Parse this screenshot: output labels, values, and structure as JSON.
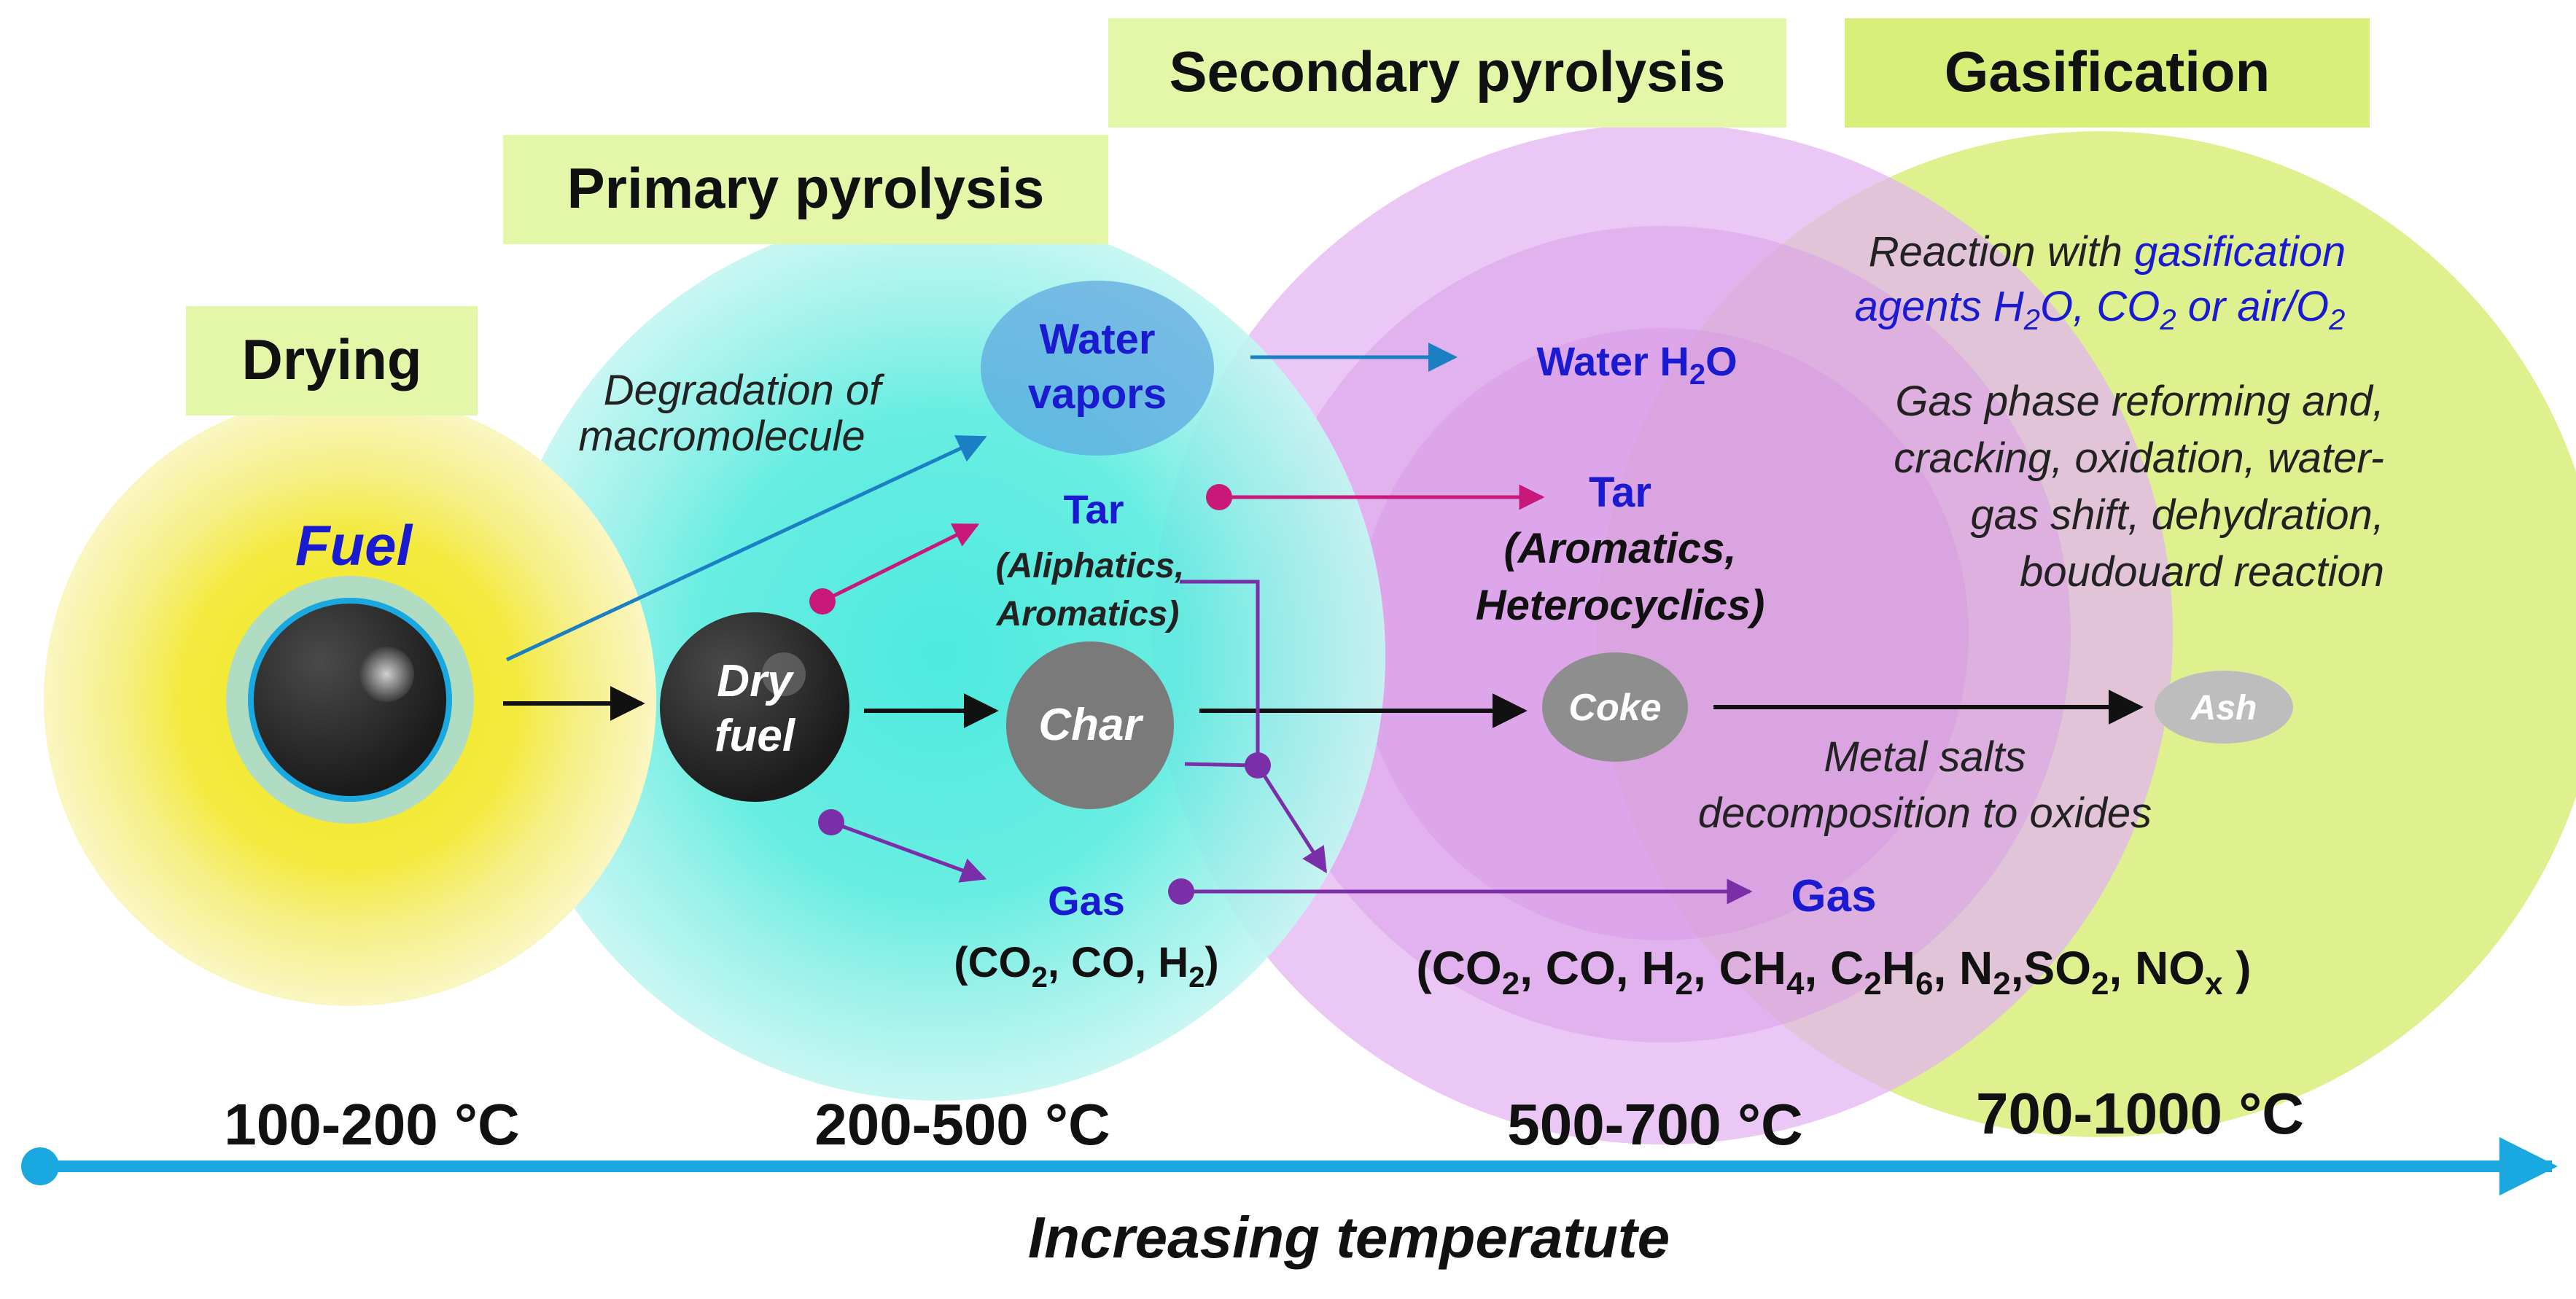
{
  "stages": {
    "drying": "Drying",
    "primary": "Primary pyrolysis",
    "secondary": "Secondary pyrolysis",
    "gasification": "Gasification"
  },
  "temperatures": {
    "t1": "100-200 °C",
    "t2": "200-500 °C",
    "t3": "500-700 °C",
    "t4": "700-1000 °C"
  },
  "axis_label": "Increasing temperatute",
  "nodes": {
    "fuel": "Fuel",
    "dry_fuel_1": "Dry",
    "dry_fuel_2": "fuel",
    "water_vapors_1": "Water",
    "water_vapors_2": "vapors",
    "char": "Char",
    "coke": "Coke",
    "ash": "Ash"
  },
  "primary_products": {
    "tar": "Tar",
    "tar_detail_1": "(Aliphatics,",
    "tar_detail_2": "Aromatics)",
    "gas": "Gas",
    "gas_detail": {
      "open": "(CO",
      "s1": "2",
      "rest": ", CO, H",
      "s2": "2",
      "close": ")"
    }
  },
  "secondary_products": {
    "water_1": "Water H",
    "water_sub": "2",
    "water_2": "O",
    "tar": "Tar",
    "tar_detail_1": "(Aromatics,",
    "tar_detail_2": "Heterocyclics)",
    "gas": "Gas",
    "gas_detail": {
      "a": "(CO",
      "a_s": "2",
      "b": ", CO, H",
      "b_s": "2",
      "c": ", CH",
      "c_s": "4",
      "d": ", C",
      "d_s1": "2",
      "d2": "H",
      "d_s2": "6",
      "e": ", N",
      "e_s": "2",
      "f": ",SO",
      "f_s": "2",
      "g": ", NO",
      "g_s": "x",
      "h": " )"
    }
  },
  "notes": {
    "degradation_1": "Degradation of",
    "degradation_2": "macromolecule",
    "reaction_1a": "Reaction with ",
    "reaction_1b": "gasification",
    "reaction_2a": "agents H",
    "reaction_2a_s": "2",
    "reaction_2b": "O, CO",
    "reaction_2b_s": "2",
    "reaction_2c": " or air/O",
    "reaction_2c_s": "2",
    "reforming_1": "Gas phase reforming and,",
    "reforming_2": "cracking, oxidation, water-",
    "reforming_3": "gas shift, dehydration,",
    "reforming_4": "boudouard reaction",
    "metal_1": "Metal salts",
    "metal_2": "decomposition to oxides"
  },
  "colors": {
    "drying": "#f2e61c",
    "primary": "#3ee8dc",
    "secondary": "#d8a0f0",
    "gasification": "#d8ef7a",
    "axis": "#19a8e0",
    "arrow_blue": "#1b7fc4",
    "arrow_magenta": "#c8187a",
    "arrow_purple": "#7a2ea8",
    "text_blue": "#1a1ad0"
  }
}
